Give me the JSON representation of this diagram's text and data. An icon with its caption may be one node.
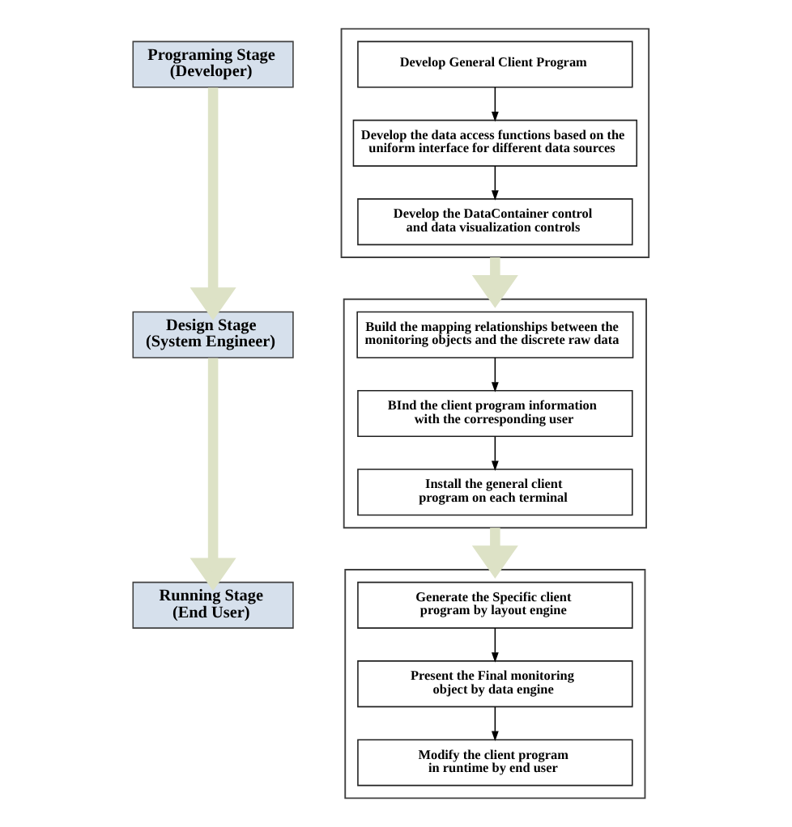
{
  "diagram": {
    "nodes": [
      {
        "text": [
          "Programing Stage (Developer)"
        ]
      },
      {
        "text": [
          "Design Stage (System Engineer)"
        ]
      },
      {
        "text": [
          "Running Stage (End User)"
        ]
      },
      {
        "text": [],
        "shape": "box"
      },
      {
        "text": [
          "Develop General Client Program"
        ],
        "in": 3
      },
      {
        "text": [
          "Develop the data access functions based on the uniform interface for different data sources"
        ],
        "in": 3
      },
      {
        "text": [
          "Develop the DataContainer control and data visualization controls"
        ],
        "in": 3
      },
      {
        "text": [],
        "shape": "box"
      },
      {
        "text": [
          "Build the mapping relationships between the monitoring objects and the discrete raw data"
        ],
        "in": 7
      },
      {
        "text": [
          "BInd the client program information with the corresponding user"
        ],
        "in": 7
      },
      {
        "text": [
          "Install the general client program on each terminal"
        ],
        "in": 7
      },
      {
        "text": [],
        "shape": "box"
      },
      {
        "text": [
          "Generate the Specific client program by layout engine"
        ],
        "in": 11
      },
      {
        "text": [
          "Present the Final monitoring object by data engine"
        ],
        "in": 11
      },
      {
        "text": [
          "Modify the client program in runtime by end user"
        ],
        "in": 11
      }
    ],
    "edges": [
      {
        "from": 0,
        "to": 1,
        "arrow": "to",
        "style": "thick",
        "color": "#dde2c6"
      },
      {
        "from": 1,
        "to": 2,
        "arrow": "to",
        "style": "thick",
        "color": "#dde2c6"
      },
      {
        "from": 4,
        "to": 5,
        "arrow": "to"
      },
      {
        "from": 5,
        "to": 6,
        "arrow": "to"
      },
      {
        "from": 3,
        "to": 7,
        "arrow": "to",
        "style": "thick",
        "color": "#dde2c6"
      },
      {
        "from": 8,
        "to": 9,
        "arrow": "to"
      },
      {
        "from": 9,
        "to": 10,
        "arrow": "to"
      },
      {
        "from": 7,
        "to": 11,
        "arrow": "to",
        "style": "thick",
        "color": "#dde2c6"
      },
      {
        "from": 12,
        "to": 13,
        "arrow": "to"
      },
      {
        "from": 13,
        "to": 14,
        "arrow": "to"
      }
    ]
  }
}
